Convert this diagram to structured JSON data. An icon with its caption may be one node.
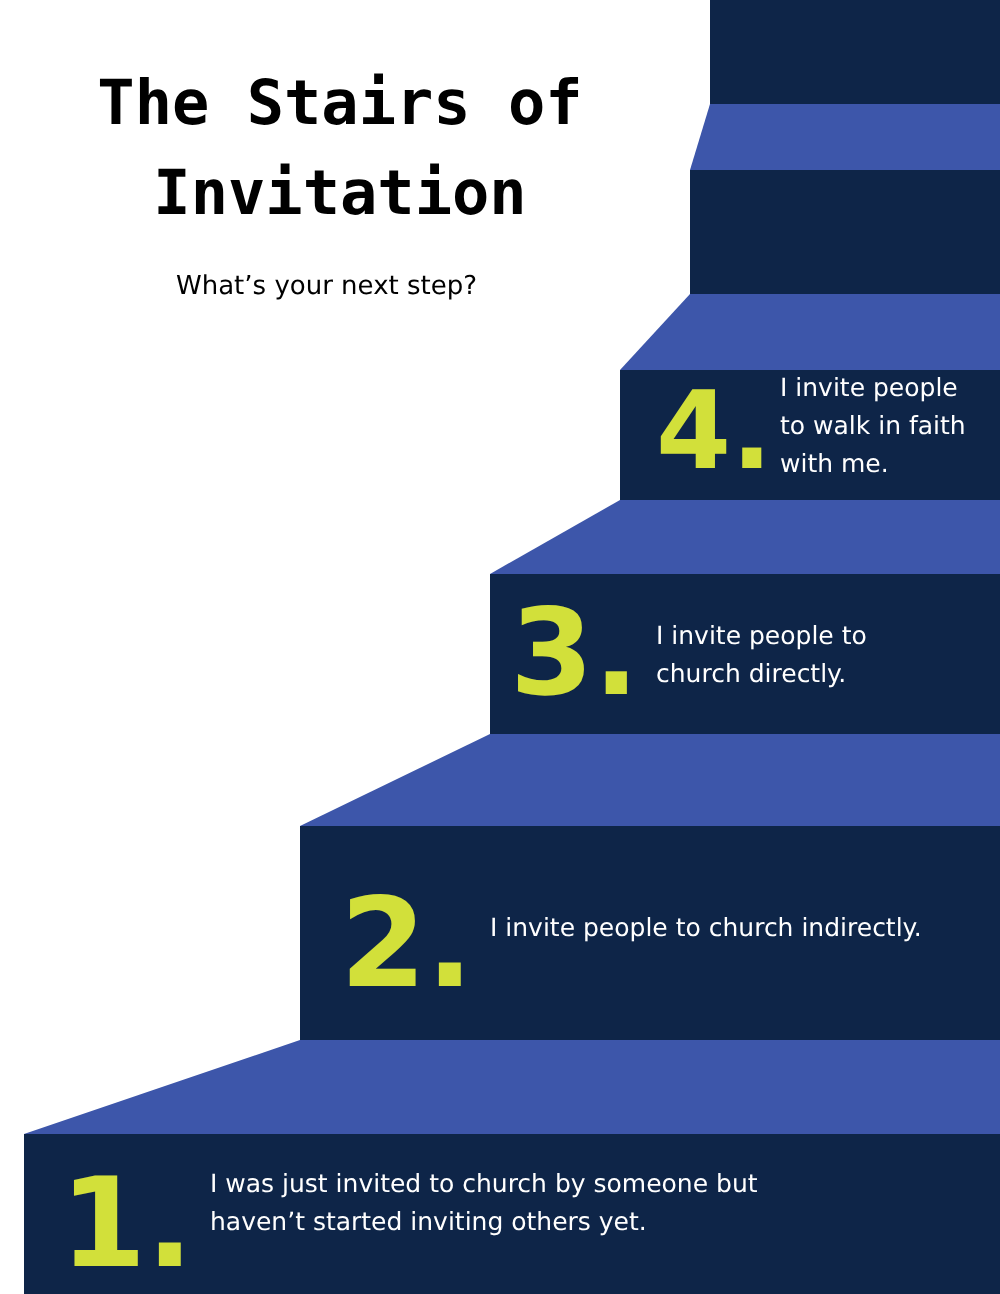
{
  "diagram": {
    "title": "The Stairs of Invitation",
    "nodes": [
      {
        "text": [],
        "shape": "box"
      },
      {
        "text": [],
        "shape": "box"
      },
      {
        "text": [
          "4.",
          "I invite people to walk in faith with me."
        ]
      },
      {
        "text": [
          "3.",
          "I invite people to church directly."
        ]
      },
      {
        "text": [
          "2.",
          "I invite people to church indirectly."
        ]
      },
      {
        "text": [
          "1.",
          "I was just invited to church by someone but haven’t started inviting others yet."
        ]
      }
    ],
    "labels": [
      "What’s your next step?"
    ]
  }
}
